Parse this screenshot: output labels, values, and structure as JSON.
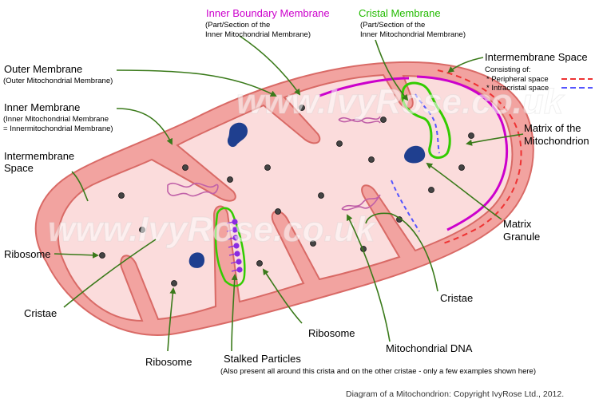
{
  "labels": {
    "inner_boundary": {
      "title": "Inner Boundary Membrane",
      "sub1": "(Part/Section of the",
      "sub2": "Inner Mitochondrial Membrane)"
    },
    "cristal": {
      "title": "Cristal Membrane",
      "sub1": "(Part/Section of the",
      "sub2": "Inner Mitochondrial Membrane)"
    },
    "intermembrane_right": {
      "title": "Intermembrane Space",
      "consisting": "Consisting of:",
      "peripheral": "* Peripheral space",
      "intracristal": "* Intracristal space"
    },
    "outer": {
      "title": "Outer Membrane",
      "sub": "(Outer Mitochondrial Membrane)"
    },
    "inner": {
      "title": "Inner Membrane",
      "sub1": "(Inner Mitochondrial Membrane",
      "sub2": "= Innermitochondrial Membrane)"
    },
    "intermembrane_left": {
      "line1": "Intermembrane",
      "line2": "Space"
    },
    "matrix": {
      "line1": "Matrix of the",
      "line2": "Mitochondrion"
    },
    "granule": {
      "line1": "Matrix",
      "line2": "Granule"
    },
    "ribosome_left": "Ribosome",
    "cristae_left": "Cristae",
    "ribosome_bottom": "Ribosome",
    "stalked": {
      "title": "Stalked Particles",
      "sub": "(Also present all around this crista and on the other cristae - only a few examples shown here)"
    },
    "ribosome_mid": "Ribosome",
    "mtdna": "Mitochondrial DNA",
    "cristae_right": "Cristae"
  },
  "watermark": "www.IvyRose.co.uk",
  "caption": "Diagram of a Mitochondrion: Copyright IvyRose Ltd., 2012.",
  "colors": {
    "outer_fill": "#f2a3a0",
    "outer_stroke": "#d96a66",
    "matrix_fill": "#fbdcdc",
    "inner_boundary": "#cc00cc",
    "cristal": "#33cc00",
    "pointer": "#3a7a1a",
    "peripheral": "#ee3333",
    "intracristal": "#5555ff",
    "granule": "#1f3f8f",
    "dna": "#c060a8",
    "particle": "#8a2be2"
  }
}
